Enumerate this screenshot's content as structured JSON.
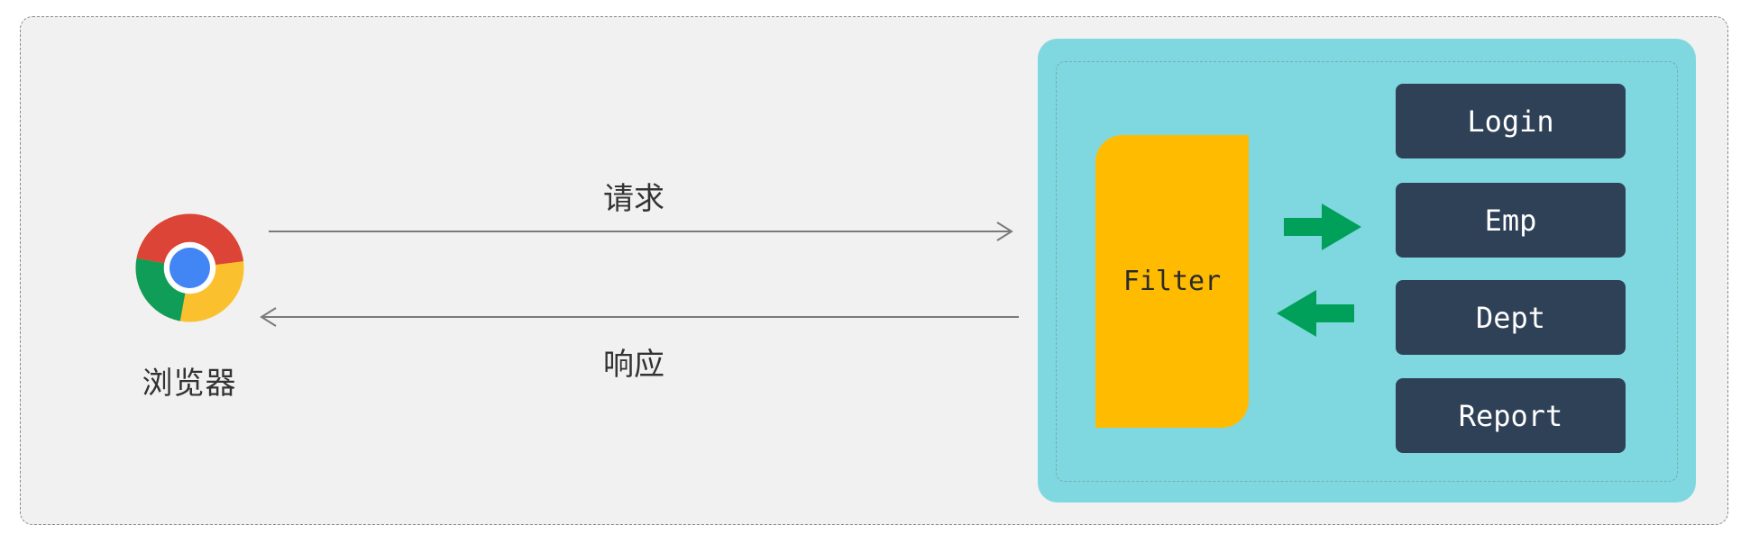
{
  "browser": {
    "label": "浏览器",
    "icon": "chrome-browser-icon"
  },
  "flows": {
    "request": "请求",
    "response": "响应"
  },
  "server": {
    "filter_label": "Filter",
    "modules": [
      "Login",
      "Emp",
      "Dept",
      "Report"
    ]
  },
  "colors": {
    "background": "#f1f1f1",
    "server": "#7fd8df",
    "filter": "#ffbb00",
    "module": "#2f4157",
    "arrow_green": "#00a05a",
    "arrow_gray": "#7a7a7a"
  }
}
